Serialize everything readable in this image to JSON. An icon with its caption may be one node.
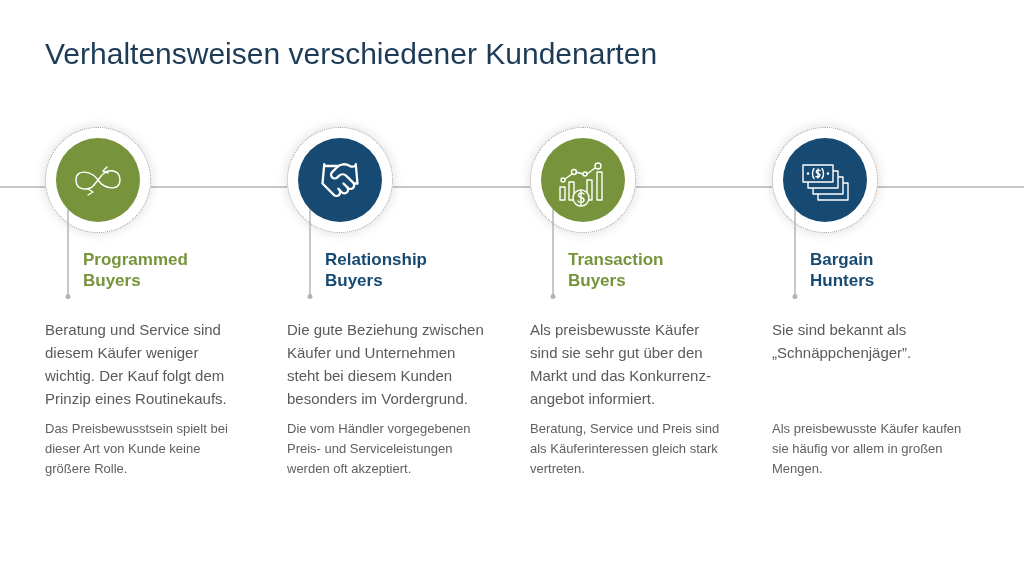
{
  "diagram": {
    "title": "Verhaltensweisen verschiedener Kundenarten",
    "nodes": [
      {
        "text": [],
        "shape": "circle",
        "beside": [
          "Programmed Buyers",
          "Beratung und Service sind diesem Käufer weniger wichtig. Der Kauf folgt dem Prinzip eines Routinekaufs."
        ]
      },
      {
        "text": [],
        "shape": "circle",
        "beside": [
          "Relationship Buyers",
          "Die gute Beziehung zwischen Käufer und Unternehmen steht bei diesem Kunden besonders im Vordergrund."
        ]
      },
      {
        "text": [],
        "shape": "circle",
        "beside": [
          "Transaction Buyers",
          "Als preisbewusste Käufer sind sie sehr gut über den Markt und das Konkurrenz- angebot informiert."
        ]
      },
      {
        "text": [],
        "shape": "circle",
        "beside": [
          "Bargain Hunters",
          "Sie sind bekannt als „Schnäppchenjäger”."
        ]
      }
    ],
    "edges": [
      {
        "from": null,
        "to": 0,
        "arrow": "none"
      },
      {
        "from": 0,
        "to": 1,
        "arrow": "none"
      },
      {
        "from": 1,
        "to": 2,
        "arrow": "none"
      },
      {
        "from": 2,
        "to": 3,
        "arrow": "none"
      },
      {
        "from": 3,
        "to": null,
        "arrow": "none"
      }
    ],
    "labels": [
      "Das Preisbewusstsein spielt bei dieser Art von Kunde keine größere Rolle.",
      "Die vom Händler vorgegebenen Preis- und Serviceleistungen werden oft akzeptiert.",
      "Beratung, Service und Preis sind als Käuferinteressen gleich stark vertreten.",
      "Als preisbewusste Käufer kaufen sie häufig vor allem in großen Mengen."
    ]
  }
}
